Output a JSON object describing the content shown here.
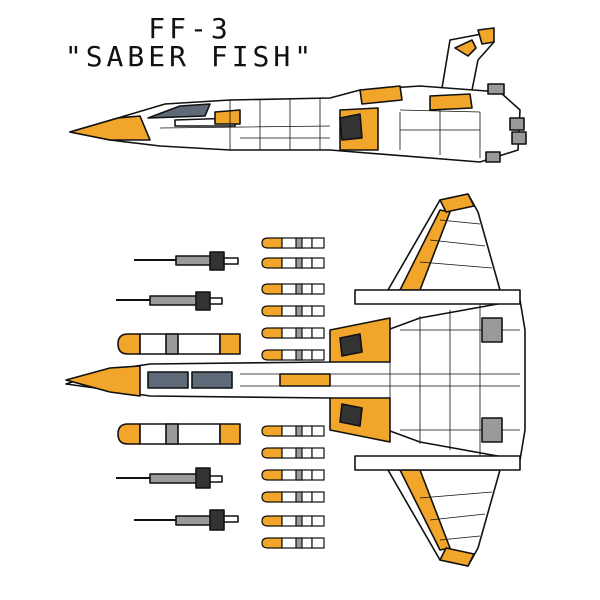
{
  "header": {
    "designation": "FF-3",
    "name": "\"SABER FISH\""
  },
  "colors": {
    "accent": "#f2a52b",
    "hull": "#ffffff",
    "outline": "#111111",
    "panel": "#9a9a9a",
    "canopy": "#5e6a78",
    "dark": "#333333"
  },
  "views": [
    "side-view",
    "top-view"
  ],
  "ordnance": {
    "left_column": [
      "rail-gun",
      "rail-gun",
      "heavy-missile",
      "heavy-missile",
      "rail-gun",
      "rail-gun"
    ],
    "right_column_missile_count": 12
  }
}
